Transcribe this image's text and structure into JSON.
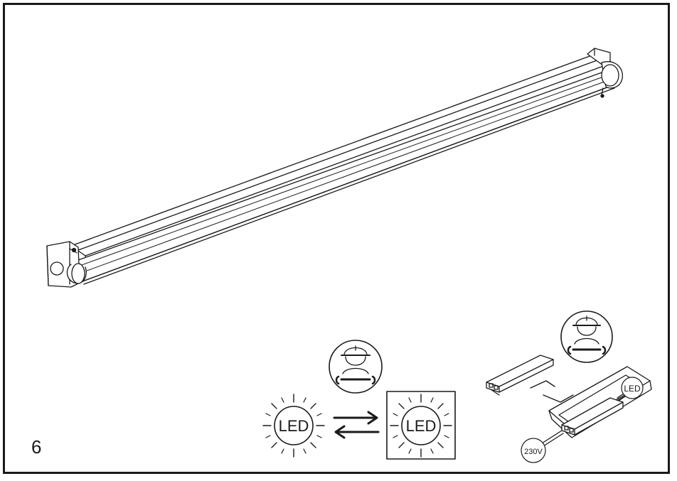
{
  "page": {
    "number": "6"
  },
  "labels": {
    "led": "LED",
    "voltage": "230V",
    "led_small": "LED"
  },
  "icons": {
    "technician": "technician-wrench-icon",
    "sun": "led-light-icon",
    "swap": "swap-arrows-icon",
    "driver": "led-driver-icon"
  },
  "colors": {
    "ink": "#1a1a1a",
    "paper": "#ffffff"
  }
}
